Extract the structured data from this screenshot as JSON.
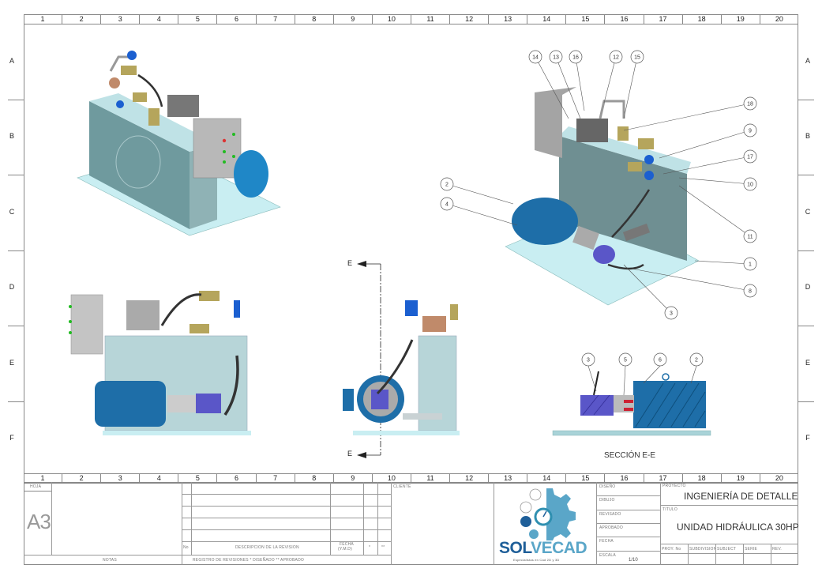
{
  "sheet": {
    "columns": [
      "1",
      "2",
      "3",
      "4",
      "5",
      "6",
      "7",
      "8",
      "9",
      "10",
      "11",
      "12",
      "13",
      "14",
      "15",
      "16",
      "17",
      "18",
      "19",
      "20"
    ],
    "rows": [
      "A",
      "B",
      "C",
      "D",
      "E",
      "F"
    ]
  },
  "views": {
    "iso_top_left": "isometric-view",
    "front": "front-view",
    "side": "side-view",
    "iso_balloons": "isometric-balloon-view",
    "section": "section-view"
  },
  "balloons_iso": [
    "14",
    "13",
    "16",
    "12",
    "15",
    "18",
    "9",
    "17",
    "10",
    "2",
    "4",
    "11",
    "1",
    "8",
    "3"
  ],
  "balloons_section": [
    "3",
    "5",
    "6",
    "2"
  ],
  "section": {
    "cut_letter_top": "E",
    "cut_letter_bottom": "E",
    "caption": "SECCIÓN E-E"
  },
  "title_block": {
    "hoja_label": "HOJA",
    "sheet_size": "A3",
    "notas_label": "NOTAS",
    "revision": {
      "no_label": "No",
      "desc_label": "DESCRIPCION DE LA REVISION",
      "fecha_label_1": "FECHA",
      "fecha_label_2": "(Y.M.D)",
      "star1": "*",
      "star2": "**",
      "footer": "REGISTRO DE REVISIONES    * DISEÑADO    ** APROBADO"
    },
    "cliente_label": "CLIENTE",
    "logo": {
      "name_part1": "SOL",
      "name_part2": "VECAD",
      "tagline": "Especialistas en Cad 2D y 3D",
      "color_dark": "#1f5f99",
      "color_light": "#5aa6c8"
    },
    "sign_fields": [
      "DISEÑO",
      "DIBUJO",
      "REVISADO",
      "APROBADO",
      "FECHA",
      "ESCALA"
    ],
    "escala_value": "1/10",
    "proyecto_label": "PROYECTO",
    "proyecto_value": "INGENIERÍA DE DETALLE",
    "titulo_label": "TITULO",
    "titulo_value": "UNIDAD HIDRÁULICA 30HP",
    "codes": [
      "PROY. No",
      "SUBDIVISION",
      "SUBJECT",
      "SERIE",
      "REV."
    ]
  },
  "colors": {
    "motor_blue": "#1e6ea8",
    "pump_purple": "#5a56c8",
    "tank": "#9fc3c6",
    "base": "#c9eef2",
    "panel": "#b8b8b8",
    "filter": "#b5a55c"
  }
}
